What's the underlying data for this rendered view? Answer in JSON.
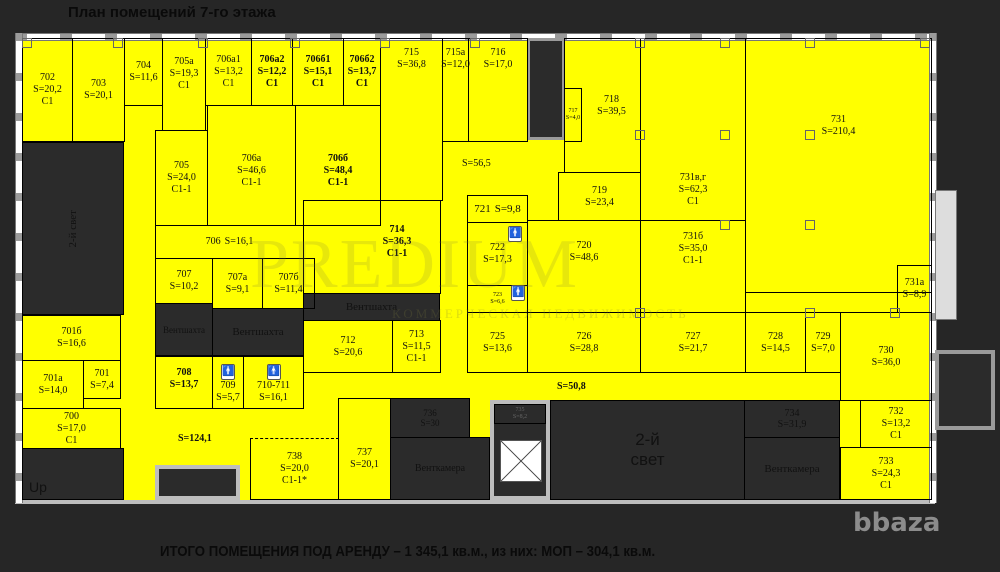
{
  "title": "План помещений 7-го этажа",
  "footer": "ИТОГО ПОМЕЩЕНИЯ ПОД АРЕНДУ – 1 345,1 кв.м., из них: МОП – 304,1 кв.м.",
  "watermark": {
    "logo": "PREDIUM",
    "tagline": "КОММЕРЧЕСКАЯ НЕДВИЖИМОСТЬ",
    "site": "bbaza"
  },
  "colors": {
    "rentable": "#ffff00",
    "technical": "#2b2b2b",
    "walls": "#000000"
  },
  "rooms": {
    "r702": {
      "number": "702",
      "area": "S=20,2",
      "class": "C1"
    },
    "r703": {
      "number": "703",
      "area": "S=20,1"
    },
    "r704": {
      "number": "704",
      "area": "S=11,6"
    },
    "r705a": {
      "number": "705а",
      "area": "S=19,3",
      "class": "C1"
    },
    "r706a1": {
      "number": "706а1",
      "area": "S=13,2",
      "class": "C1"
    },
    "r706a2": {
      "number": "706а2",
      "area": "S=12,2",
      "class": "C1"
    },
    "r70661": {
      "number": "706б1",
      "area": "S=15,1",
      "class": "C1"
    },
    "r70662": {
      "number": "706б2",
      "area": "S=13,7",
      "class": "C1"
    },
    "r715": {
      "number": "715",
      "area": "S=36,8"
    },
    "r715a": {
      "number": "715а",
      "area": "S=12,0"
    },
    "r716": {
      "number": "716",
      "area": "S=17,0"
    },
    "r717": {
      "number": "717",
      "area": "S=4,0"
    },
    "r718": {
      "number": "718",
      "area": "S=39,5"
    },
    "r731vg": {
      "number": "731в,г",
      "area": "S=62,3",
      "class": "C1"
    },
    "r731": {
      "number": "731",
      "area": "S=210,4"
    },
    "r705": {
      "number": "705",
      "area": "S=24,0",
      "class": "C1-1"
    },
    "r706a": {
      "number": "706а",
      "area": "S=46,6",
      "class": "C1-1"
    },
    "r7066": {
      "number": "706б",
      "area": "S=48,4",
      "class": "C1-1"
    },
    "r719": {
      "number": "719",
      "area": "S=23,4"
    },
    "r721": {
      "number": "721",
      "area": "S=9,8"
    },
    "r706": {
      "number": "706",
      "area": "S=16,1"
    },
    "r714": {
      "number": "714",
      "area": "S=36,3",
      "class": "C1-1"
    },
    "r722": {
      "number": "722",
      "area": "S=17,3"
    },
    "r723": {
      "number": "723",
      "area": "S=6,6"
    },
    "r720": {
      "number": "720",
      "area": "S=48,6"
    },
    "r7316": {
      "number": "731б",
      "area": "S=35,0",
      "class": "C1-1"
    },
    "r731a": {
      "number": "731а",
      "area": "S=8,9"
    },
    "r707": {
      "number": "707",
      "area": "S=10,2"
    },
    "r707a": {
      "number": "707а",
      "area": "S=9,1"
    },
    "r7076": {
      "number": "707б",
      "area": "S=11,4"
    },
    "r7016": {
      "number": "701б",
      "area": "S=16,6"
    },
    "r701a": {
      "number": "701а",
      "area": "S=14,0"
    },
    "r701": {
      "number": "701",
      "area": "S=7,4"
    },
    "r700": {
      "number": "700",
      "area": "S=17,0",
      "class": "C1"
    },
    "r708": {
      "number": "708",
      "area": "S=13,7"
    },
    "r709": {
      "number": "709",
      "area": "S=5,7"
    },
    "r710": {
      "number": "710-711",
      "area": "S=16,1"
    },
    "r712": {
      "number": "712",
      "area": "S=20,6"
    },
    "r713": {
      "number": "713",
      "area": "S=11,5",
      "class": "C1-1"
    },
    "r725": {
      "number": "725",
      "area": "S=13,6"
    },
    "r726": {
      "number": "726",
      "area": "S=28,8"
    },
    "r727": {
      "number": "727",
      "area": "S=21,7"
    },
    "r728": {
      "number": "728",
      "area": "S=14,5"
    },
    "r729": {
      "number": "729",
      "area": "S=7,0"
    },
    "r730": {
      "number": "730",
      "area": "S=36,0"
    },
    "r732": {
      "number": "732",
      "area": "S=13,2",
      "class": "C1"
    },
    "r733": {
      "number": "733",
      "area": "S=24,3",
      "class": "C1"
    },
    "r738": {
      "number": "738",
      "area": "S=20,0",
      "class": "C1-1*"
    },
    "r737": {
      "number": "737",
      "area": "S=20,1"
    },
    "r736": {
      "number": "736",
      "area": "S=30"
    },
    "r735": {
      "number": "735",
      "area": "S=8,2"
    },
    "r734": {
      "number": "734",
      "area": "S=31,9"
    }
  },
  "corridors": {
    "c1": "S=56,5",
    "c2": "S=50,8",
    "c3": "S=124,1"
  },
  "technical": {
    "light_left": "2-й свет",
    "light_bottom": "2-й свет",
    "vent1": "Вентшахта",
    "vent2": "Вентшахта",
    "vent3": "Вентшахта",
    "ventroom1": "Венткамера",
    "ventroom2": "Венткамера",
    "stairs_up": "Up"
  }
}
